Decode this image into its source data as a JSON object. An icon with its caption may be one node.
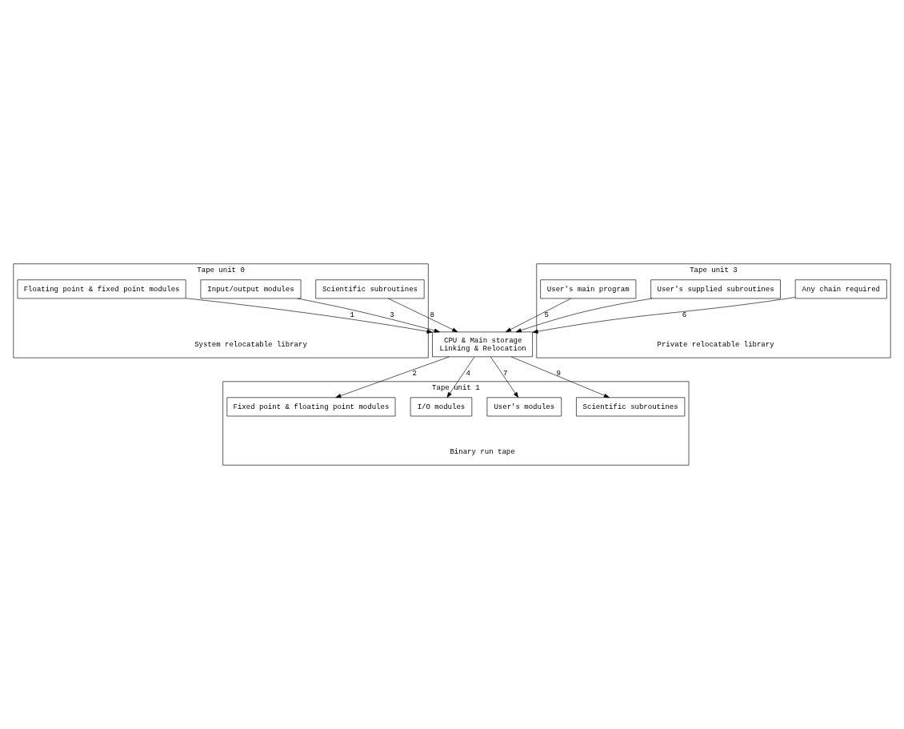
{
  "diagram": {
    "nodes": [
      {
        "text": [
          "Tape unit 0"
        ],
        "beside": [
          "System relocatable library"
        ]
      },
      {
        "text": [
          "Floating point & fixed point modules"
        ],
        "in": 0
      },
      {
        "text": [
          "Input/output modules"
        ],
        "in": 0
      },
      {
        "text": [
          "Scientific subroutines"
        ],
        "in": 0
      },
      {
        "text": [
          "CPU & Main storage",
          "Linking & Relocation"
        ]
      },
      {
        "text": [
          "Tape unit 3"
        ],
        "beside": [
          "Private relocatable library"
        ]
      },
      {
        "text": [
          "User's main program"
        ],
        "in": 5
      },
      {
        "text": [
          "User's supplied subroutines"
        ],
        "in": 5
      },
      {
        "text": [
          "Any chain required"
        ],
        "in": 5
      },
      {
        "text": [
          "Tape unit 1"
        ],
        "beside": [
          "Binary run tape"
        ]
      },
      {
        "text": [
          "Fixed point & floating point modules"
        ],
        "in": 9
      },
      {
        "text": [
          "I/O modules"
        ],
        "in": 9
      },
      {
        "text": [
          "User's modules"
        ],
        "in": 9
      },
      {
        "text": [
          "Scientific subroutines"
        ],
        "in": 9
      }
    ],
    "edges": [
      {
        "from": 1,
        "to": 4,
        "arrow": "to",
        "label": "1"
      },
      {
        "from": 4,
        "to": 10,
        "arrow": "to",
        "label": "2"
      },
      {
        "from": 2,
        "to": 4,
        "arrow": "to",
        "label": "3"
      },
      {
        "from": 4,
        "to": 11,
        "arrow": "to",
        "label": "4"
      },
      {
        "from": 6,
        "to": 4,
        "arrow": "to",
        "label": "5"
      },
      {
        "from": 7,
        "to": 4,
        "arrow": "to"
      },
      {
        "from": 8,
        "to": 4,
        "arrow": "to",
        "label": "6"
      },
      {
        "from": 4,
        "to": 12,
        "arrow": "to",
        "label": "7"
      },
      {
        "from": 3,
        "to": 4,
        "arrow": "to",
        "label": "8"
      },
      {
        "from": 4,
        "to": 13,
        "arrow": "to",
        "label": "9"
      }
    ]
  }
}
